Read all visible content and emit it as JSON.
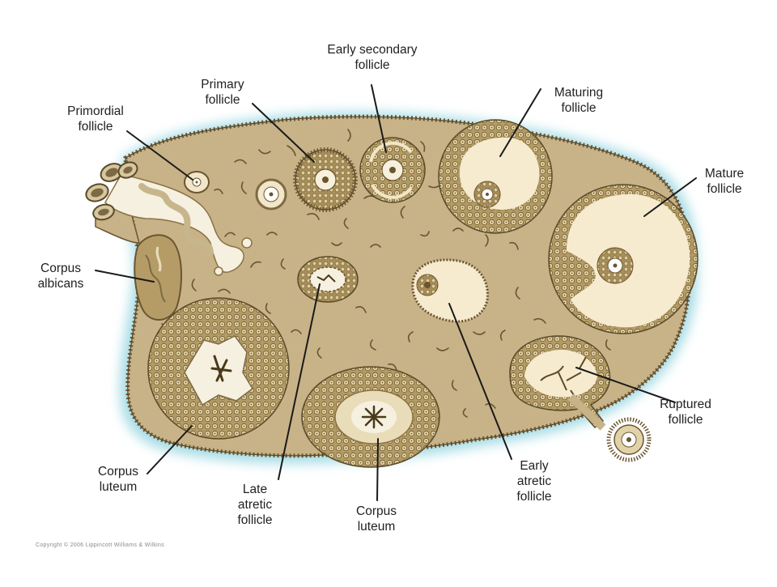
{
  "labels": {
    "early_secondary_follicle": "Early secondary\nfollicle",
    "primary_follicle": "Primary\nfollicle",
    "primordial_follicle": "Primordial\nfollicle",
    "maturing_follicle": "Maturing\nfollicle",
    "mature_follicle": "Mature\nfollicle",
    "corpus_albicans": "Corpus\nalbicans",
    "ruptured_follicle": "Ruptured\nfollicle",
    "corpus_luteum_left": "Corpus\nluteum",
    "late_atretic_follicle": "Late\natretic\nfollicle",
    "corpus_luteum_bottom": "Corpus\nluteum",
    "early_atretic_follicle": "Early\natretic\nfollicle"
  },
  "copyright": "Copyright © 2006 Lippincott Williams & Wilkins",
  "colors": {
    "stroma": "#c8b287",
    "capsule": "#8a7344",
    "halo": "#a9dde6",
    "follicle_fluid": "#f6ebcf",
    "granulosa": "#a9905c",
    "outline": "#5a4a2a"
  }
}
